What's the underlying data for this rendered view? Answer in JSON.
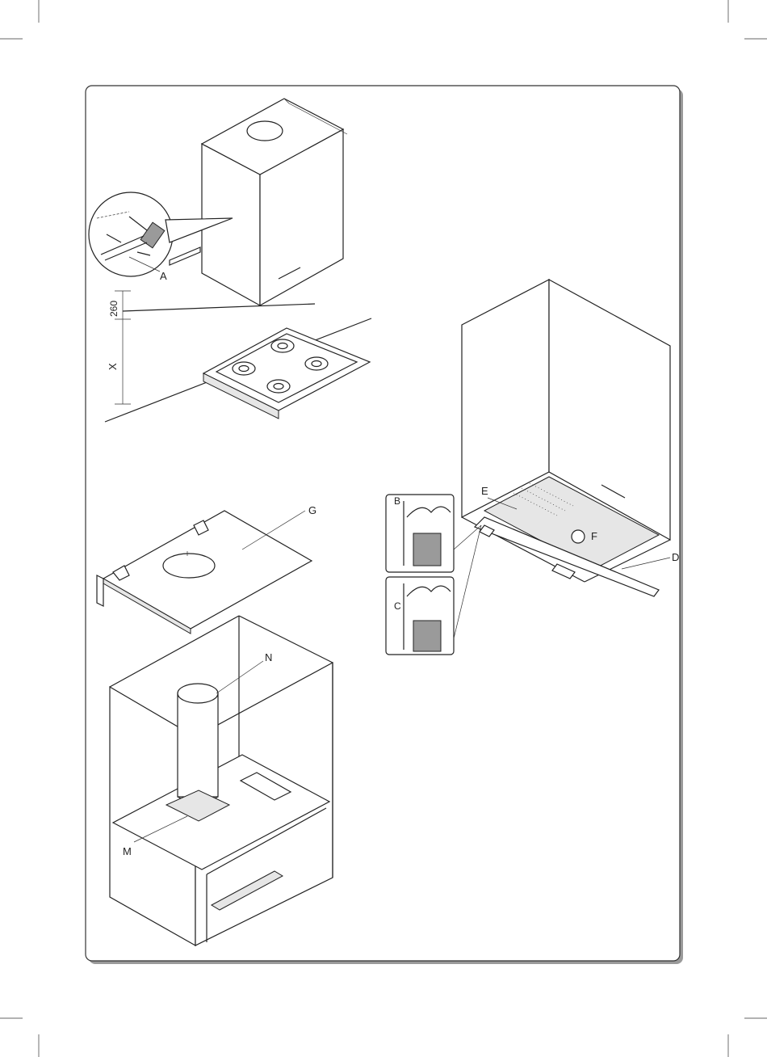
{
  "labels": {
    "a": "A",
    "dim_260": "260",
    "dim_x": "X",
    "g": "G",
    "n": "N",
    "m": "M",
    "e": "E",
    "f": "F",
    "d": "D",
    "b": "B",
    "c": "C"
  },
  "colors": {
    "line": "#222222",
    "frame_shadow": "#9a9a9a",
    "fill_grey": "#9a9a9a",
    "fill_light": "#e6e6e6"
  }
}
